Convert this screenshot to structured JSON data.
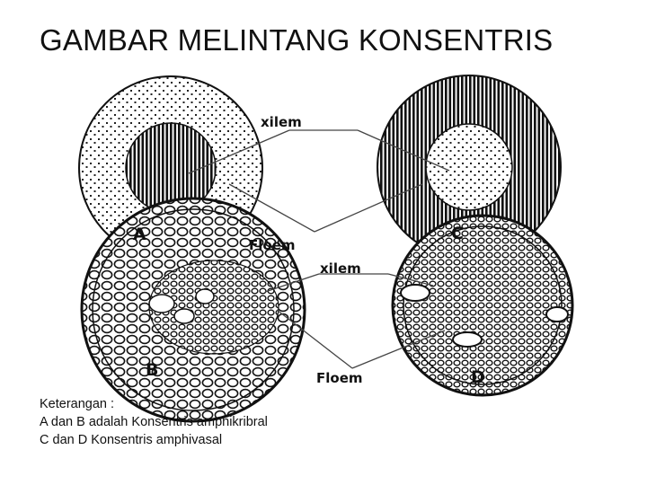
{
  "slide": {
    "title": "GAMBAR MELINTANG KONSENTRIS"
  },
  "figure": {
    "labels": {
      "xilem_top": "xilem",
      "floem_top": "Floem",
      "xilem_bottom": "xilem",
      "floem_bottom": "Floem",
      "a": "A",
      "b": "B",
      "c": "C",
      "d": "D"
    }
  },
  "caption": {
    "heading": "Keterangan :",
    "line1": "A dan B adalah Konsentris amphikribral",
    "line2": "C dan D Konsentris amphivasal"
  }
}
